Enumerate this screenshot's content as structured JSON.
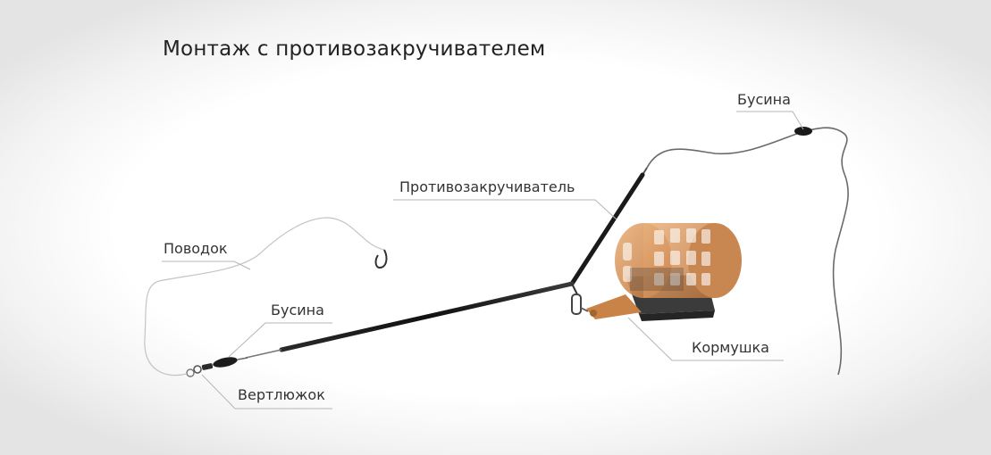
{
  "title": "Монтаж с противозакручивателем",
  "labels": {
    "bead_top": "Бусина",
    "anti_tangle": "Противозакручиватель",
    "leader": "Поводок",
    "bead_bottom": "Бусина",
    "feeder": "Кормушка",
    "swivel": "Вертлюжок"
  },
  "colors": {
    "line": "#6a6a6a",
    "tube": "#1d1d1d",
    "feeder_cage": "#d4915a",
    "feeder_base": "#3b3b3b",
    "leader_line": "#c4c4c4",
    "callout_line": "#b5b5b5"
  }
}
